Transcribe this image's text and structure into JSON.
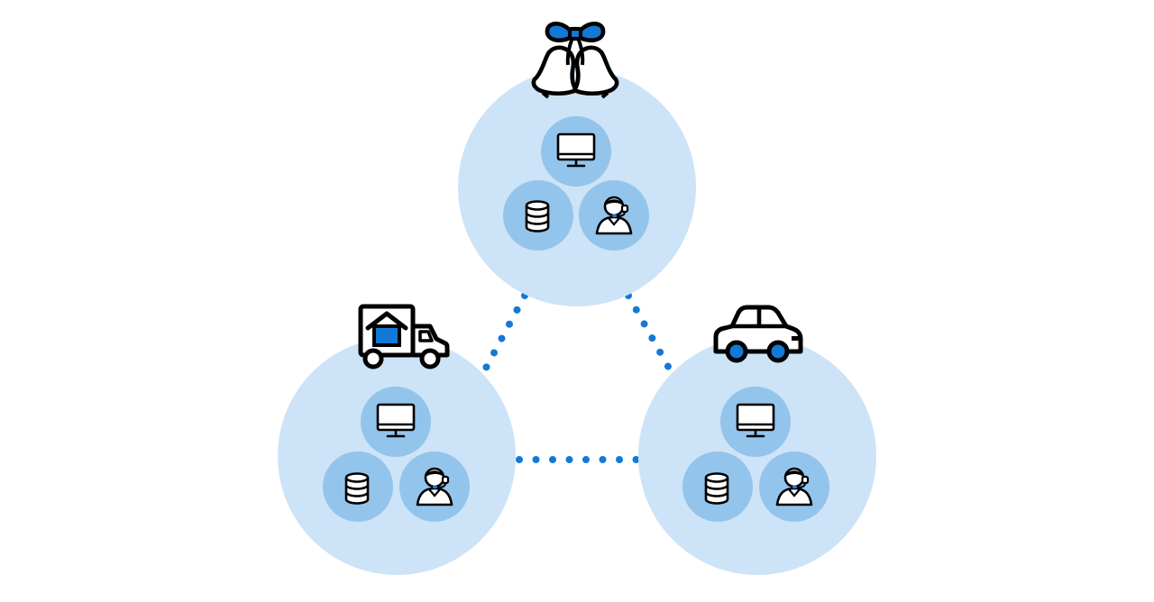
{
  "colors": {
    "background": "#ffffff",
    "group_circle": "#cde3f7",
    "node_circle": "#93c4ec",
    "connector": "#1479d6",
    "icon_stroke": "#000000",
    "icon_accent": "#1479d6",
    "icon_fill": "#ffffff"
  },
  "groups": [
    {
      "id": "top",
      "badge_icon": "wedding-bells-icon",
      "nodes": [
        "monitor-icon",
        "database-icon",
        "support-agent-icon"
      ]
    },
    {
      "id": "left",
      "badge_icon": "moving-truck-icon",
      "nodes": [
        "monitor-icon",
        "database-icon",
        "support-agent-icon"
      ]
    },
    {
      "id": "right",
      "badge_icon": "car-icon",
      "nodes": [
        "monitor-icon",
        "database-icon",
        "support-agent-icon"
      ]
    }
  ],
  "connections": [
    {
      "from": "top",
      "to": "left",
      "style": "dotted"
    },
    {
      "from": "top",
      "to": "right",
      "style": "dotted"
    },
    {
      "from": "left",
      "to": "right",
      "style": "dotted"
    }
  ]
}
